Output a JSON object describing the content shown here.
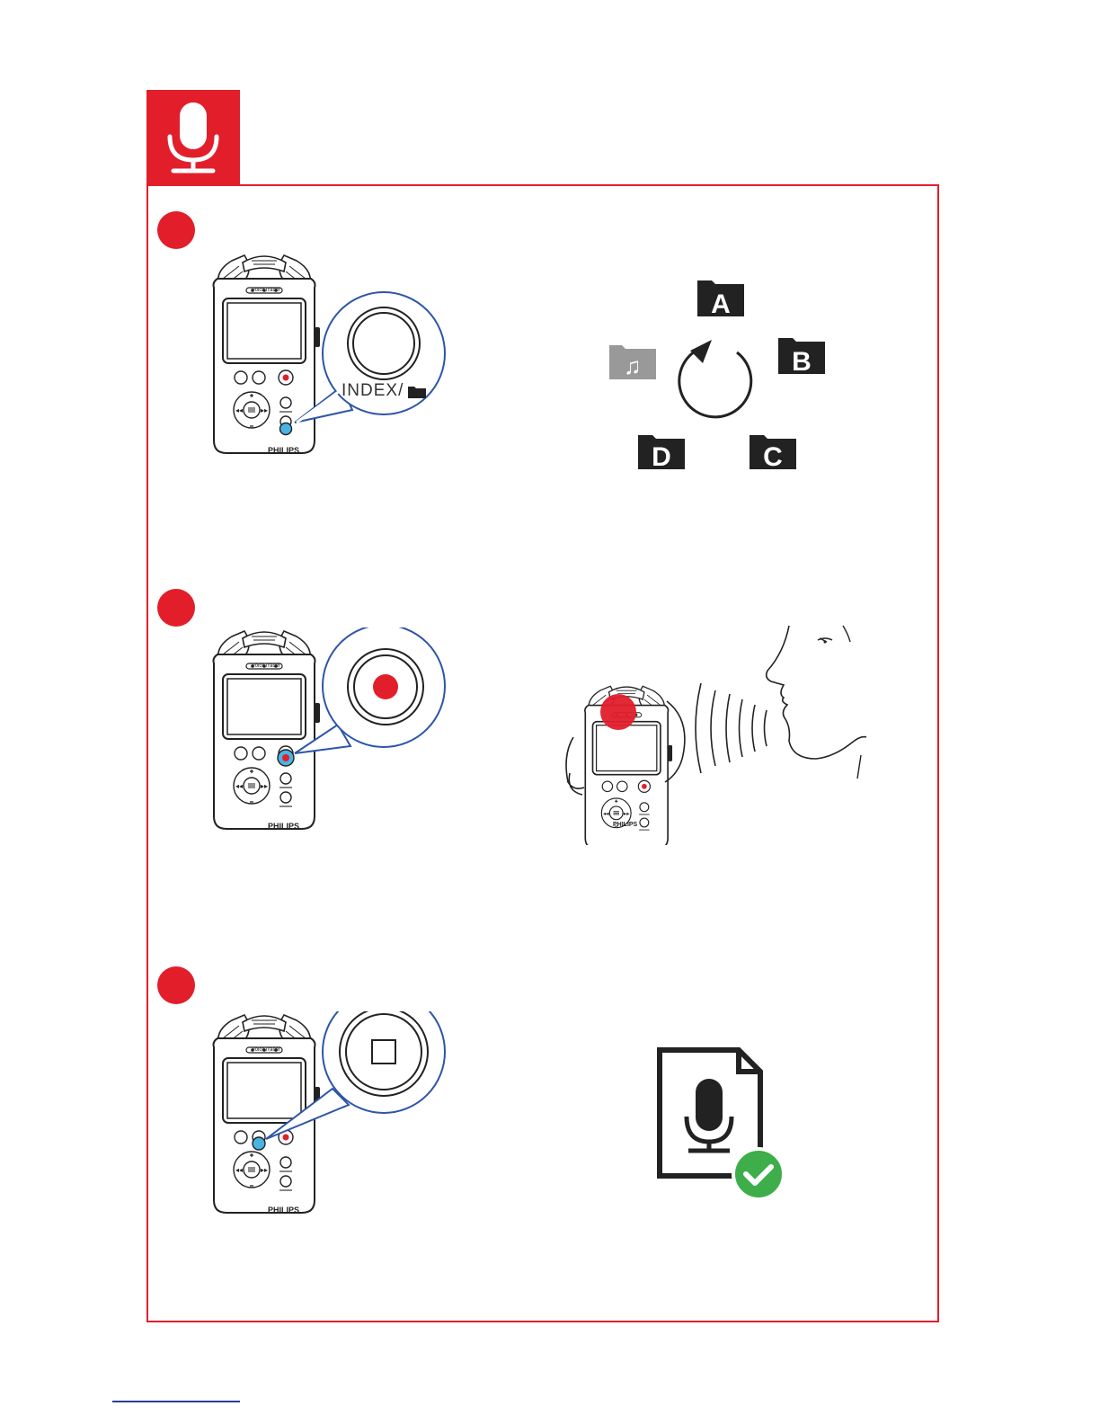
{
  "header": {
    "icon": "microphone-icon",
    "accent_color": "#e31e2b"
  },
  "device": {
    "brand": "PHILIPS",
    "model": "VoiceTracer"
  },
  "steps": [
    {
      "callout_label": "INDEX/",
      "callout_icon": "folder-icon",
      "folders": [
        "A",
        "B",
        "C",
        "D"
      ],
      "music_folder_icon": "music-note-icon"
    },
    {
      "callout_icon": "record-icon",
      "illustration": "speaking-into-recorder"
    },
    {
      "callout_icon": "stop-icon",
      "result_icon": "audio-file-saved-icon"
    }
  ],
  "colors": {
    "highlight": "#4ab3e3",
    "callout_ring": "#2e55a6",
    "check": "#3dae49",
    "music_folder": "#999999"
  }
}
